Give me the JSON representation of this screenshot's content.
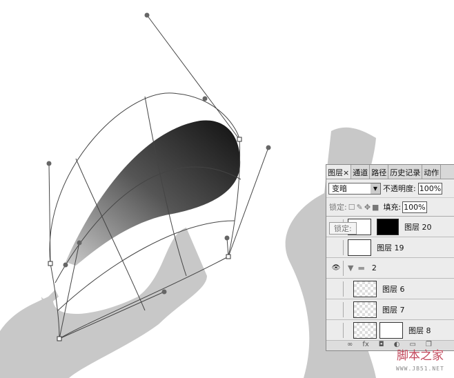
{
  "layers_panel": {
    "tabs": [
      "图层",
      "通道",
      "路径",
      "历史记录",
      "动作"
    ],
    "close_glyph": "×",
    "blend_mode": "变暗",
    "opacity_label": "不透明度:",
    "opacity_value": "100%",
    "lock_label": "锁定:",
    "fill_label": "填充:",
    "fill_value": "100%",
    "layers": [
      {
        "name": "图层 20",
        "visible": false
      },
      {
        "name": "图层 19",
        "visible": false
      },
      {
        "name": "2",
        "visible": true,
        "type": "group"
      },
      {
        "name": "图层 6",
        "visible": false
      },
      {
        "name": "图层 7",
        "visible": false
      },
      {
        "name": "图层 8",
        "visible": false
      }
    ],
    "tooltip": "锁定:",
    "footer_icons": [
      "link-icon",
      "fx-icon",
      "mask-icon",
      "adjustment-icon",
      "folder-icon",
      "new-layer-icon"
    ],
    "fx_label": "fx"
  },
  "watermark": {
    "title": "脚本之家",
    "url": "WWW.JB51.NET"
  }
}
